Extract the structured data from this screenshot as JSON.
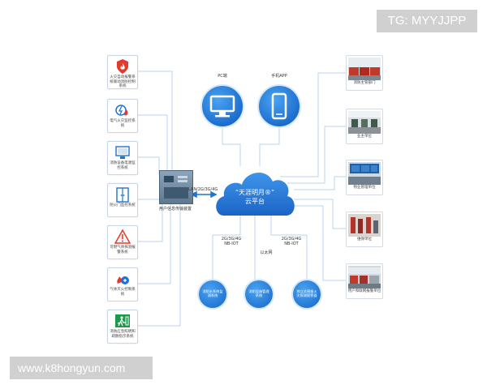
{
  "watermarks": {
    "top": "TG: MYYJJPP",
    "bottom": "www.k8hongyun.com"
  },
  "cloud": {
    "title": "“天涯明月®”",
    "subtitle": "云平台"
  },
  "top_nodes": [
    {
      "label": "PC端"
    },
    {
      "label": "手机APP"
    }
  ],
  "left_items": [
    {
      "label": "火灾自动报警系统联动消防控制系统"
    },
    {
      "label": "电气火灾监控系统"
    },
    {
      "label": "消防设备电源监控系统"
    },
    {
      "label": "防火门监控系统"
    },
    {
      "label": "可燃气体探测报警系统"
    },
    {
      "label": "气体灭火控制系统"
    },
    {
      "label": "消防应急照明和疏散指示系统"
    }
  ],
  "device": {
    "label": "用户信息传输装置",
    "link": "LAN/2G/3G/4G"
  },
  "right_items": [
    {
      "label": "消防主管部门"
    },
    {
      "label": "业主单位"
    },
    {
      "label": "物业管理单位"
    },
    {
      "label": "维保单位"
    },
    {
      "label": "用户和联网报警单位"
    }
  ],
  "bottom_nodes": [
    {
      "label": "消防水系统监测系统",
      "link": "2G/3G/4G NB-IOT"
    },
    {
      "label": "消防设施管理系统",
      "link": "以太网"
    },
    {
      "label": "独立式感烟火灾探测报警器",
      "link": "2G/3G/4G NB-IOT"
    }
  ],
  "colors": {
    "accent": "#1e73d2",
    "line": "#b9d3ec"
  },
  "icons": {
    "left": [
      "fire-alarm-icon",
      "electric-fire-icon",
      "power-monitor-icon",
      "fire-door-icon",
      "gas-alarm-icon",
      "gas-extinguish-icon",
      "emergency-exit-icon"
    ],
    "top": [
      "monitor-icon",
      "phone-icon"
    ]
  }
}
